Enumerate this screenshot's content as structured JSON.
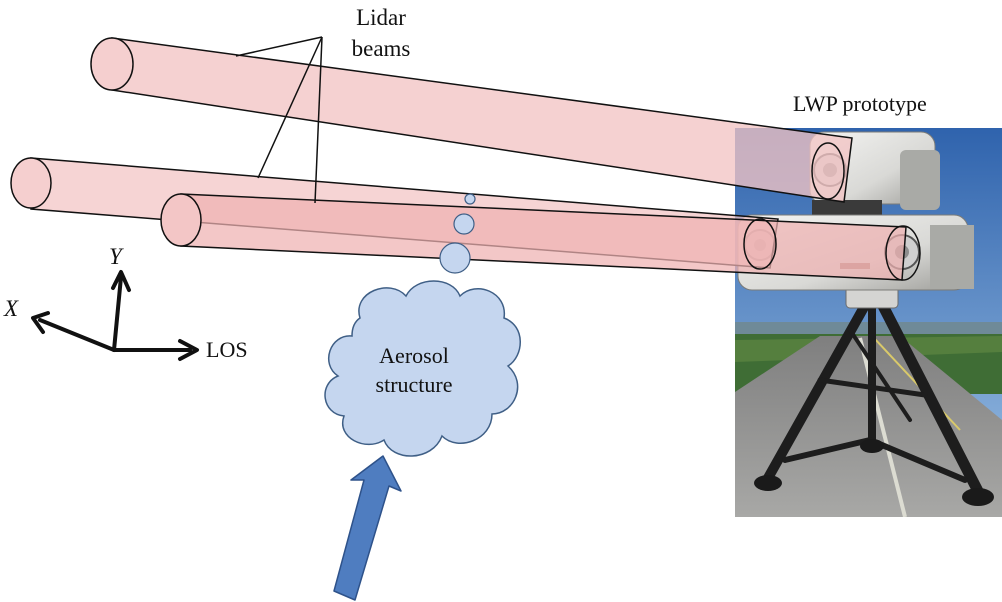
{
  "labels": {
    "lidar_line1": "Lidar",
    "lidar_line2": "beams",
    "lwp_prototype": "LWP prototype",
    "axis_y": "Y",
    "axis_x": "X",
    "axis_los": "LOS",
    "aerosol_line1": "Aerosol",
    "aerosol_line2": "structure"
  },
  "colors": {
    "beam_fill": "#f2c4c4",
    "beam_stroke": "#111111",
    "aerosol_fill": "#c5d6ef",
    "aerosol_stroke": "#3f5f86",
    "wind_arrow": "#4f7dc0",
    "sky": "#4f86c8",
    "runway": "#8e8e8e",
    "grass": "#3f6d35"
  }
}
